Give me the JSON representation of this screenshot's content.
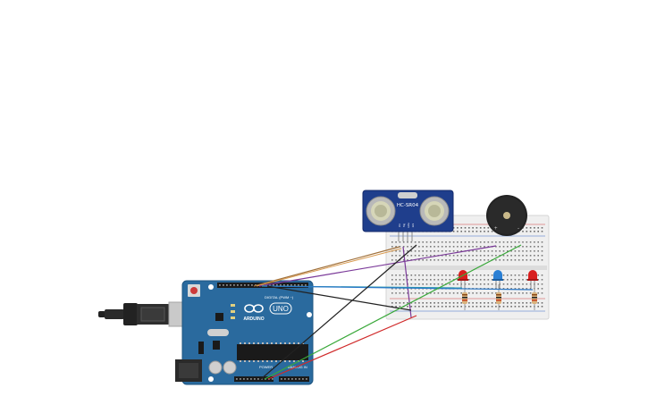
{
  "arduino": {
    "brand": "ARDUINO",
    "model": "UNO",
    "digital_label": "DIGITAL (PWM ~)",
    "power_label": "POWER",
    "analog_label": "ANALOG IN",
    "logo_icon": "infinity-logo-icon"
  },
  "sensor": {
    "model": "HC-SR04",
    "pin_labels": [
      "Vcc",
      "Trig",
      "Echo",
      "Gnd"
    ]
  },
  "buzzer": {
    "plus": "+",
    "minus": "-"
  },
  "leds": [
    {
      "color": "red"
    },
    {
      "color": "blue"
    },
    {
      "color": "red"
    }
  ],
  "colors": {
    "board": "#2a6a9e",
    "board_dark": "#1f5580",
    "breadboard": "#eeeeee",
    "wire_brown": "#a0703a",
    "wire_purple": "#7b3a99",
    "wire_blue": "#2a78c8",
    "wire_black": "#222222",
    "wire_green": "#3aa83a",
    "wire_red": "#d02a2a",
    "led_red": "#d81e1e",
    "led_blue": "#2a7fd4"
  }
}
